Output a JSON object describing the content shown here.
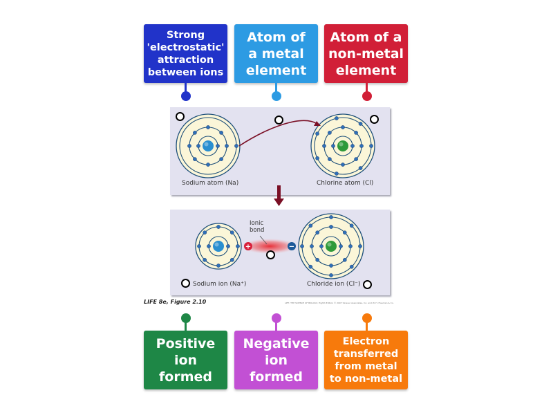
{
  "labels": [
    {
      "id": "electrostatic",
      "text": "Strong\n'electrostatic'\nattraction\nbetween ions",
      "color": "#2133c9"
    },
    {
      "id": "metal-atom",
      "text": "Atom of\na metal\nelement",
      "color": "#2d9be3"
    },
    {
      "id": "nonmetal-atom",
      "text": "Atom of a\nnon-metal\nelement",
      "color": "#d11f37"
    },
    {
      "id": "positive-ion",
      "text": "Positive\nion\nformed",
      "color": "#1e8746"
    },
    {
      "id": "negative-ion",
      "text": "Negative\nion\nformed",
      "color": "#c250d4"
    },
    {
      "id": "electron-transfer",
      "text": "Electron\ntransferred\nfrom metal\nto non-metal",
      "color": "#f77a0c"
    }
  ],
  "diagram": {
    "top_panel": {
      "left_caption": "Sodium atom (Na)",
      "right_caption": "Chlorine atom (Cl)"
    },
    "bottom_panel": {
      "bond_label": "Ionic\nbond",
      "plus_sign": "+",
      "minus_sign": "−",
      "left_caption": "Sodium ion (Na⁺)",
      "right_caption": "Chloride ion (Cl⁻)"
    },
    "figure_title": "LIFE 8e, Figure 2.10",
    "figure_credit": "LIFE: THE SCIENCE OF BIOLOGY, Eighth Edition  © 2007 Sinauer Associates, Inc. and W. H. Freeman & Co."
  },
  "colors": {
    "panel_bg": "#e3e2f0",
    "shell_fill": "#fbf6d8",
    "shell_line": "#1d4f7a",
    "electron": "#2f6fb8",
    "sodium_nucleus": "#2a8fd0",
    "chlorine_nucleus": "#2f9a3a",
    "arrow": "#7a0f25",
    "plus_badge": "#d8203a",
    "minus_badge": "#1c5a9a",
    "bond_glow": "#e8262f"
  }
}
